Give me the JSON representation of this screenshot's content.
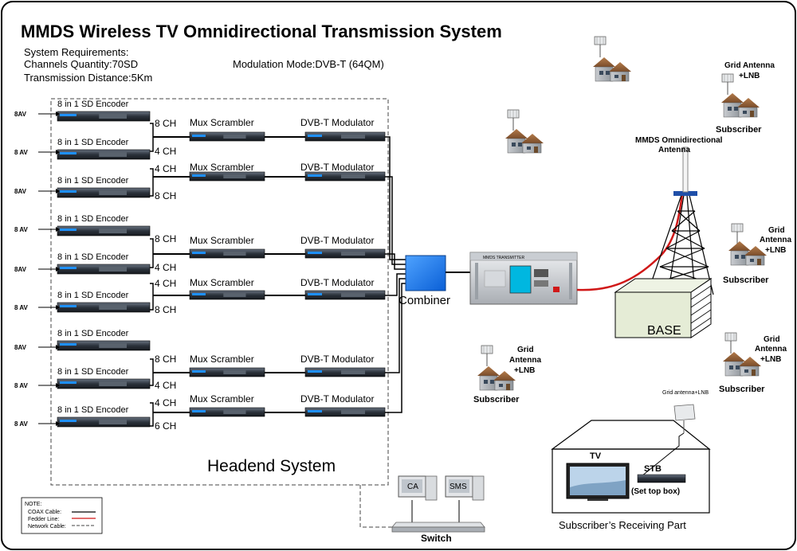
{
  "title": "MMDS Wireless TV Omnidirectional Transmission System",
  "requirements": {
    "heading": "System Requirements:",
    "channels": "Channels Quantity:70SD",
    "distance": "Transmission Distance:5Km",
    "modulation": "Modulation Mode:DVB-T (64QM)"
  },
  "headend": {
    "label": "Headend System",
    "encoder_label": "8 in 1 SD Encoder",
    "mux_label": "Mux Scrambler",
    "mod_label": "DVB-T Modulator",
    "inputs": [
      "8AV",
      "8 AV",
      "8AV",
      "8 AV",
      "8AV",
      "8 AV",
      "8AV",
      "8 AV",
      "8 AV"
    ],
    "channel_labels": [
      "8 CH",
      "4 CH",
      "4 CH",
      "8 CH",
      "8 CH",
      "4 CH",
      "4 CH",
      "8 CH",
      "8 CH",
      "4 CH",
      "4 CH",
      "6 CH"
    ]
  },
  "combiner_label": "Combiner",
  "transmitter_panel_text": "MMDS TRANSMITTER",
  "antenna_label": [
    "MMDS Omnidirectional",
    "Antenna"
  ],
  "base_label": "BASE",
  "subscribers": {
    "grid_antenna_lnb": [
      "Grid Antenna",
      "+LNB"
    ],
    "grid_lnb_stacked": [
      "Grid",
      "Antenna",
      "+LNB"
    ],
    "subscriber_label": "Subscriber"
  },
  "receiving": {
    "grid_small_label": "Grid antenna+LNB",
    "tv_label": "TV",
    "stb_label": "STB",
    "stb_full": "(Set top box)",
    "caption": "Subscriber’s Receiving Part"
  },
  "switch": {
    "label": "Switch",
    "ca": "CA",
    "sms": "SMS"
  },
  "legend": {
    "title": "NOTE:",
    "coax": "COAX Cable:",
    "feeder": "Fedder Line:",
    "network": "Network Cable:",
    "colors": {
      "coax": "#000000",
      "feeder": "#d01818",
      "network": "#444444"
    }
  }
}
